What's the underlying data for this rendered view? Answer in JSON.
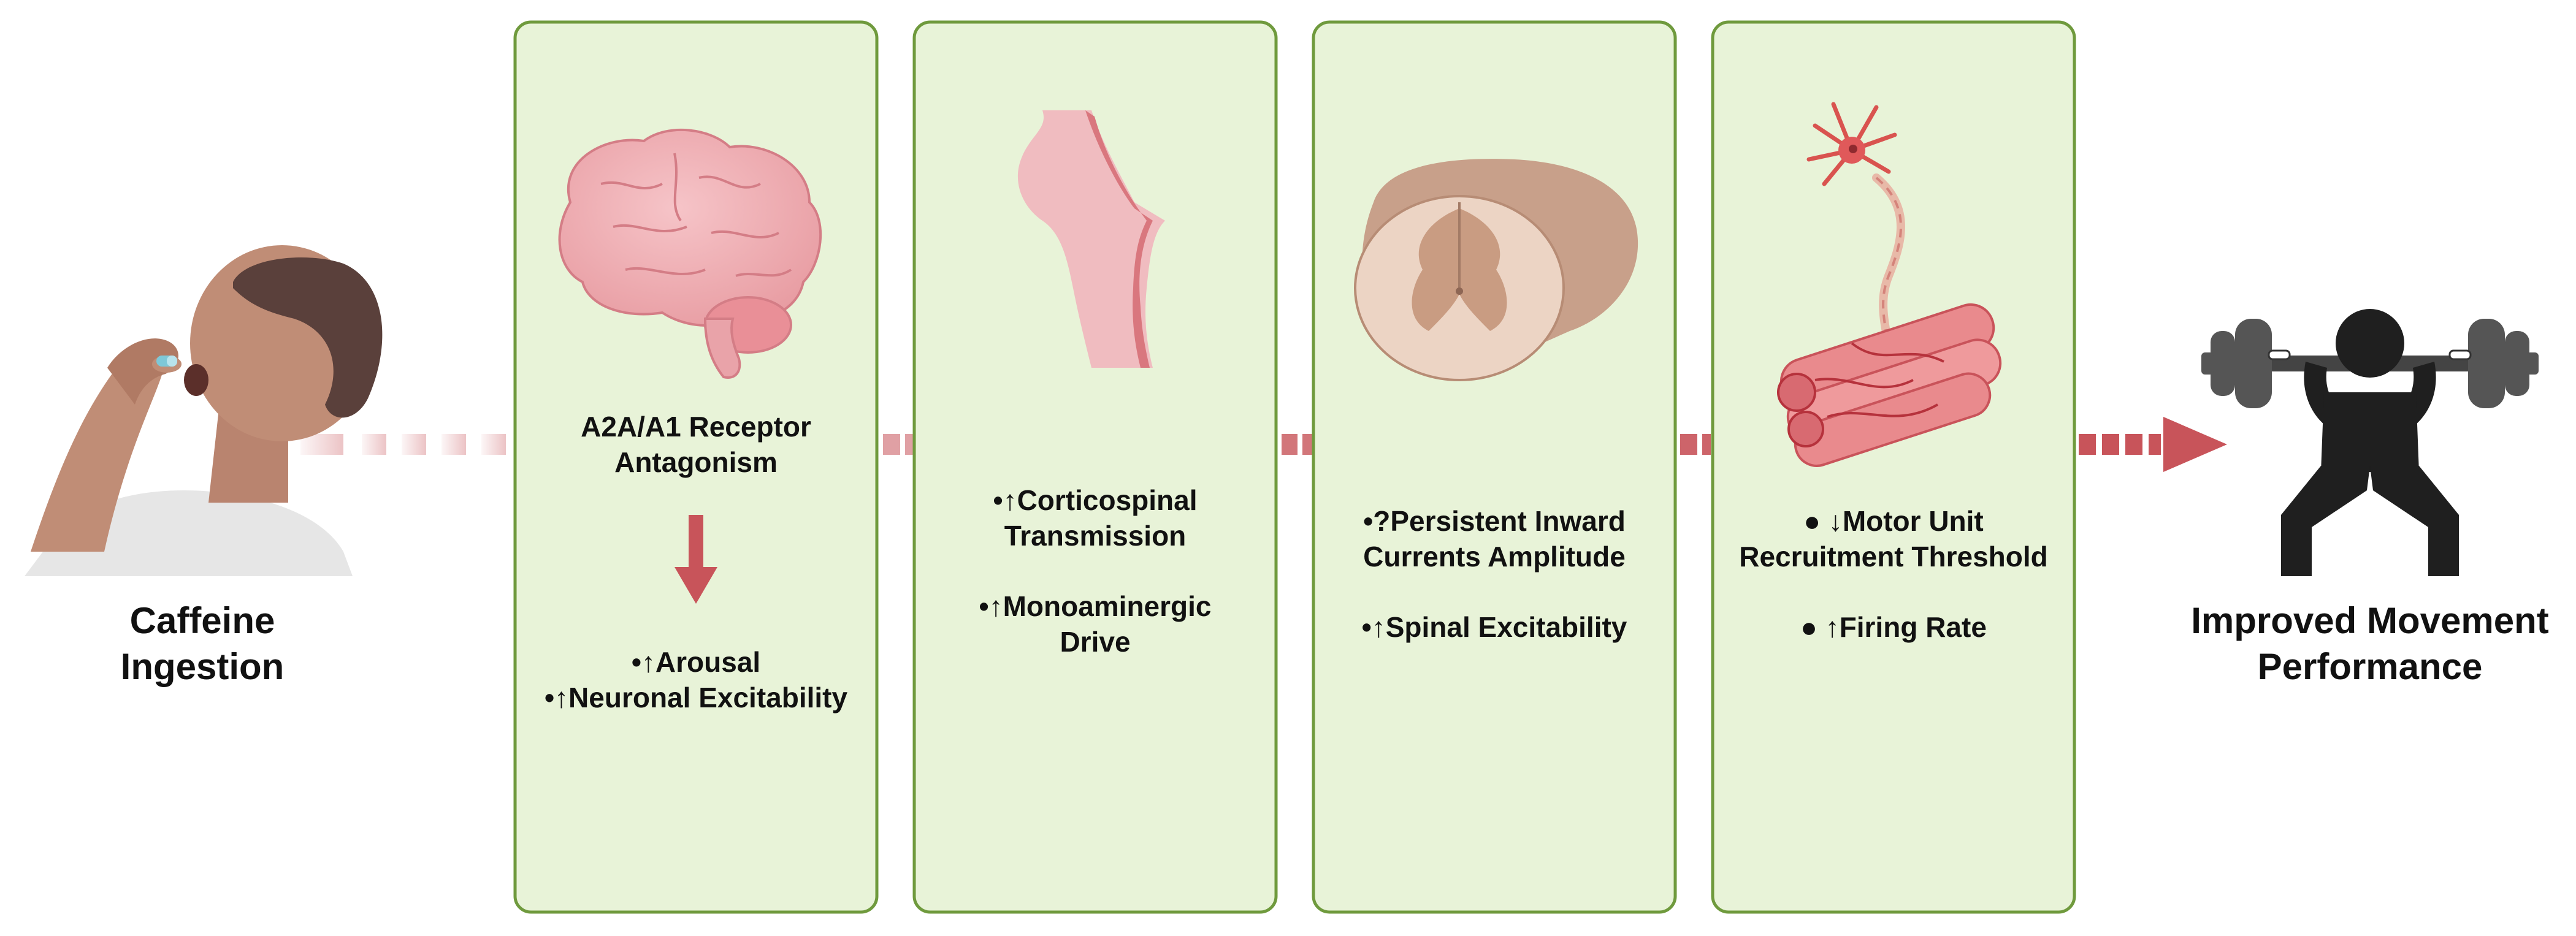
{
  "start": {
    "lines": [
      "Caffeine",
      "Ingestion"
    ]
  },
  "end": {
    "lines": [
      "Improved Movement",
      "Performance"
    ]
  },
  "panels": [
    {
      "image": "brain-icon",
      "heading": [
        "A2A/A1 Receptor",
        "Antagonism"
      ],
      "bullets": [
        {
          "bullet": "•",
          "arrow": "↑",
          "lines": [
            "Arousal"
          ]
        },
        {
          "bullet": "•",
          "arrow": "↑",
          "lines": [
            "Neuronal Excitability"
          ]
        }
      ]
    },
    {
      "image": "brainstem-icon",
      "bullets": [
        {
          "bullet": "•",
          "arrow": "↑",
          "lines": [
            "Corticospinal",
            "Transmission"
          ]
        },
        {
          "bullet": "•",
          "arrow": "↑",
          "lines": [
            "Monoaminergic",
            "Drive"
          ]
        }
      ]
    },
    {
      "image": "spinal-cord-icon",
      "bullets": [
        {
          "bullet": "•",
          "arrow": "?",
          "lines": [
            "Persistent Inward",
            "Currents Amplitude"
          ]
        },
        {
          "bullet": "•",
          "arrow": "↑",
          "lines": [
            "Spinal Excitability"
          ]
        }
      ]
    },
    {
      "image": "motor-unit-icon",
      "bullets": [
        {
          "bullet": "●",
          "arrow": "↓",
          "lines": [
            "Motor Unit",
            "Recruitment Threshold"
          ]
        },
        {
          "bullet": "●",
          "arrow": "↑",
          "lines": [
            "Firing Rate"
          ]
        }
      ]
    }
  ],
  "colors": {
    "panel_fill": "#e8f3d8",
    "panel_border": "#6f9a3d",
    "arrow": "#c8545a",
    "person_skin": "#c08d76",
    "person_hair": "#5a403b",
    "weightlifter": "#1f1f1f"
  }
}
